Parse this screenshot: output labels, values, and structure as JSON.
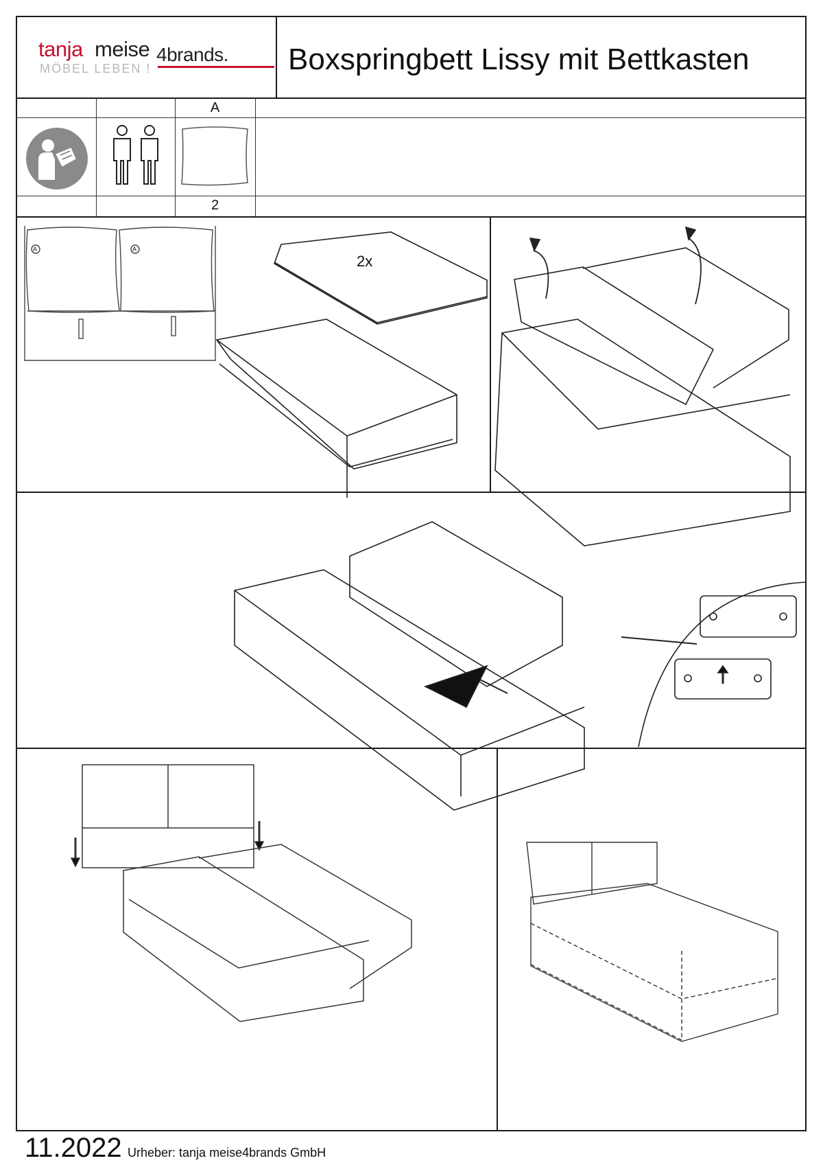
{
  "brand": {
    "name_part1": "tanja",
    "name_part2": "meise",
    "name_part3": "4brands.",
    "tagline": "MÖBEL LEBEN !",
    "accent_color": "#c8102e"
  },
  "document": {
    "title": "Boxspringbett Lissy mit Bettkasten",
    "date": "11.2022",
    "author": "Urheber: tanja meise4brands GmbH"
  },
  "parts_table": {
    "part_letter": "A",
    "part_quantity": "2",
    "icons": [
      "read-instructions-icon",
      "two-persons-icon",
      "cushion-part-icon"
    ]
  },
  "steps": {
    "step1": {
      "label": "2x",
      "marker": "A"
    },
    "step2": {
      "description_icons": [
        "arrow-up-icon"
      ]
    }
  }
}
